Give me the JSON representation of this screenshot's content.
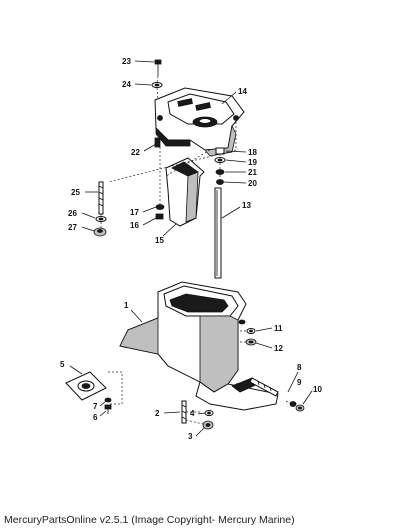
{
  "callouts": [
    {
      "id": "n1",
      "label": "1"
    },
    {
      "id": "n2",
      "label": "2"
    },
    {
      "id": "n3",
      "label": "3"
    },
    {
      "id": "n4",
      "label": "4"
    },
    {
      "id": "n5",
      "label": "5"
    },
    {
      "id": "n6",
      "label": "6"
    },
    {
      "id": "n7",
      "label": "7"
    },
    {
      "id": "n8",
      "label": "8"
    },
    {
      "id": "n9",
      "label": "9"
    },
    {
      "id": "n10",
      "label": "10"
    },
    {
      "id": "n11",
      "label": "11"
    },
    {
      "id": "n12",
      "label": "12"
    },
    {
      "id": "n13",
      "label": "13"
    },
    {
      "id": "n14",
      "label": "14"
    },
    {
      "id": "n15",
      "label": "15"
    },
    {
      "id": "n16",
      "label": "16"
    },
    {
      "id": "n17",
      "label": "17"
    },
    {
      "id": "n18",
      "label": "18"
    },
    {
      "id": "n19",
      "label": "19"
    },
    {
      "id": "n20",
      "label": "20"
    },
    {
      "id": "n21",
      "label": "21"
    },
    {
      "id": "n22",
      "label": "22"
    },
    {
      "id": "n23",
      "label": "23"
    },
    {
      "id": "n24",
      "label": "24"
    },
    {
      "id": "n25",
      "label": "25"
    },
    {
      "id": "n26",
      "label": "26"
    },
    {
      "id": "n27",
      "label": "27"
    }
  ],
  "footer": {
    "text": "MercuryPartsOnline v2.5.1 (Image Copyright- Mercury Marine)"
  }
}
